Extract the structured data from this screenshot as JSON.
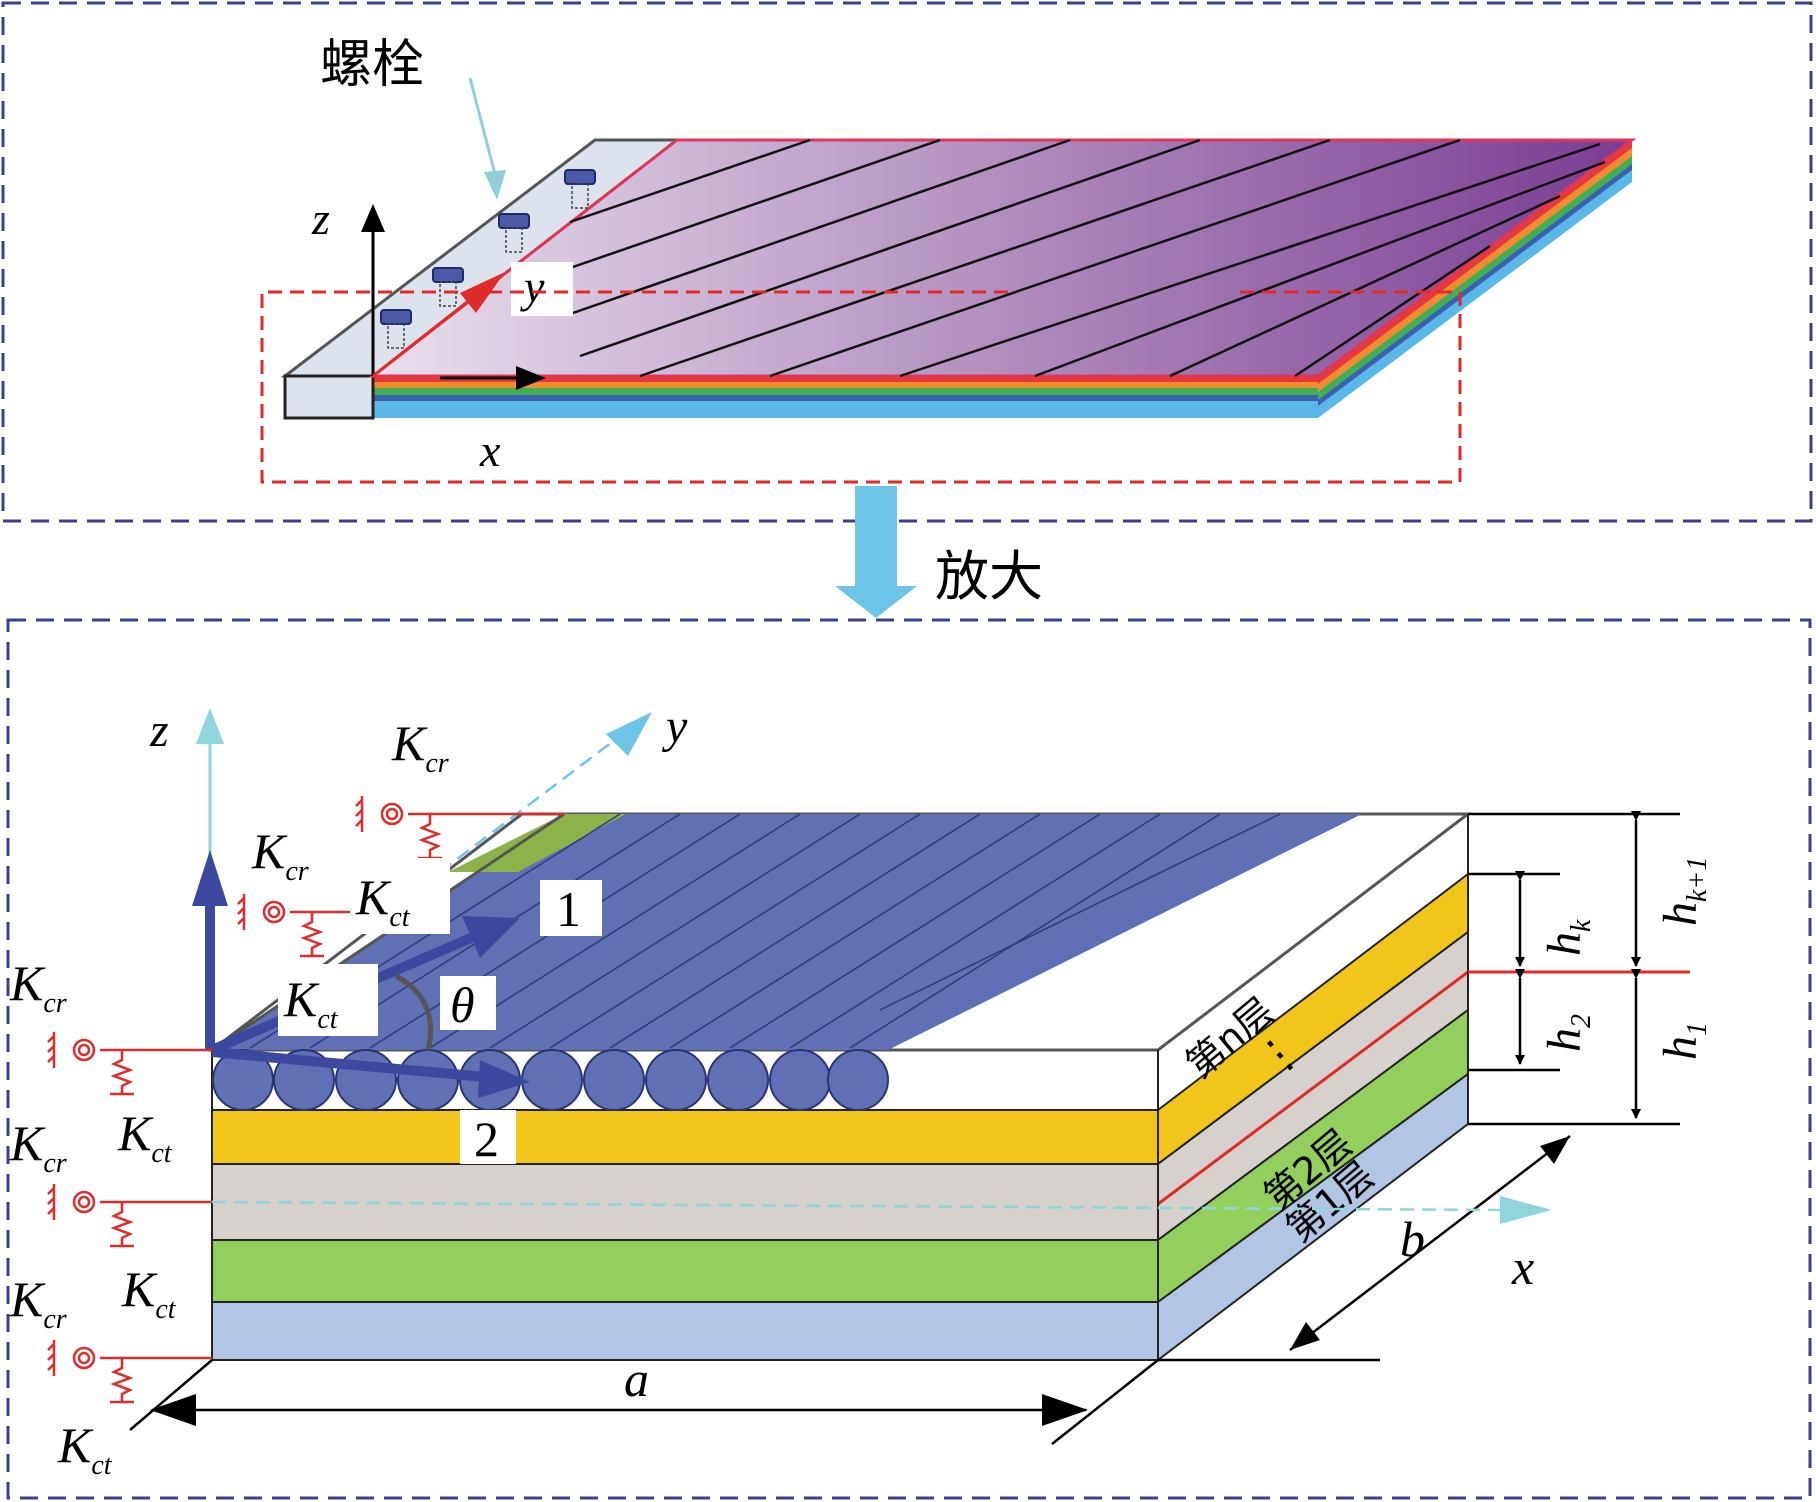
{
  "top_panel": {
    "bolt_label": "螺栓",
    "axis_z": "z",
    "axis_y": "y",
    "axis_x": "x"
  },
  "zoom_label": "放大",
  "bottom_panel": {
    "axis_z": "z",
    "axis_y": "y",
    "axis_x": "x",
    "dir_1": "1",
    "dir_2": "2",
    "angle": "θ",
    "dim_a": "a",
    "dim_b": "b",
    "spring_K": "K",
    "sub_cr": "cr",
    "sub_ct": "ct",
    "h_letter": "h",
    "h_k_sub": "k",
    "h_k1_sub": "k+1",
    "h_2_sub": "2",
    "h_1_sub": "1",
    "layer_n": "第n层",
    "layer_2": "第2层",
    "layer_1": "第1层",
    "ellipsis": "⋮"
  },
  "colors": {
    "frame": "#3b3f8f",
    "red": "#e02b2b",
    "cyan_arrow": "#6cc4e6",
    "fiber_blue": "#5f70b4",
    "yellow": "#f2c51a",
    "gray": "#d6d1cc",
    "green": "#93cf5c",
    "light_blue": "#b0c6e4",
    "purple_dark": "#7b3f93",
    "purple_light": "#e5dbe8"
  }
}
